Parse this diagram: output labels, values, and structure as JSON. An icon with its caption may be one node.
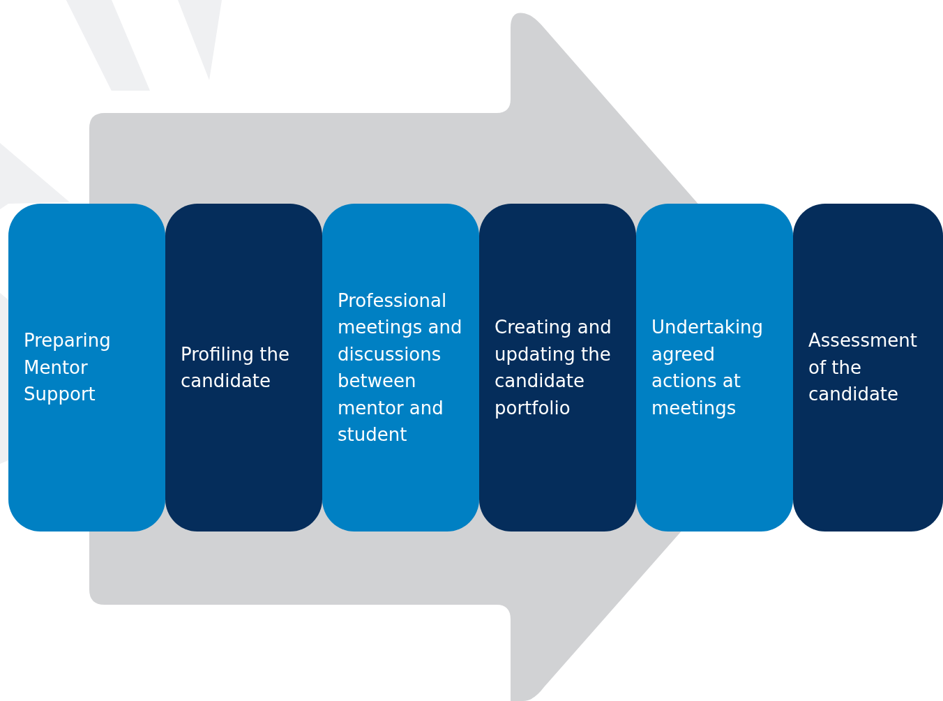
{
  "diagram": {
    "nodes": [
      {
        "text": [
          "Preparing Mentor Support"
        ]
      },
      {
        "text": [
          "Profiling the candidate"
        ]
      },
      {
        "text": [
          "Professional meetings and discussions between mentor and student"
        ]
      },
      {
        "text": [
          "Creating and updating the candidate portfolio"
        ]
      },
      {
        "text": [
          "Undertaking agreed actions at meetings"
        ]
      },
      {
        "text": [
          "Assessment of the candidate"
        ]
      }
    ]
  }
}
